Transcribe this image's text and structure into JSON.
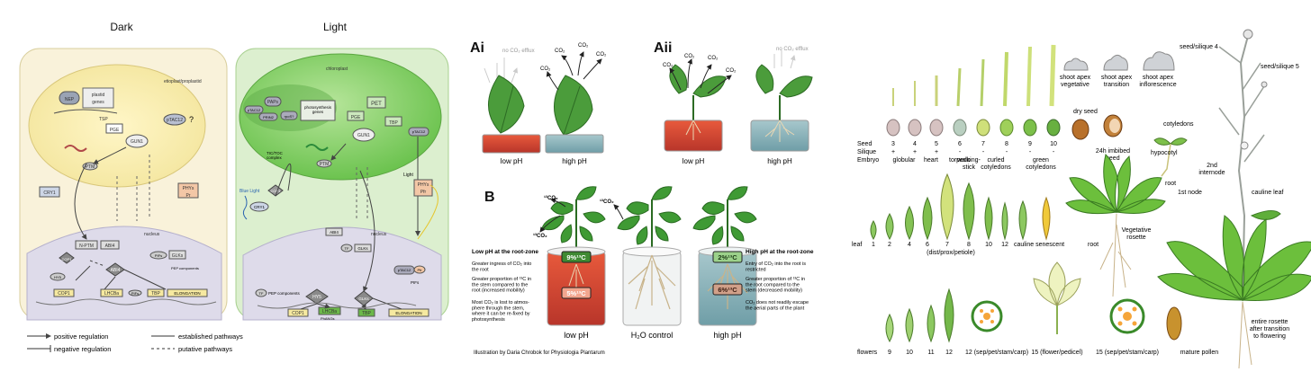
{
  "panel1": {
    "headings": {
      "dark": "Dark",
      "light": "Light"
    },
    "dark": {
      "etioplast": "etioplast/proplastid",
      "nep": "NEP",
      "plastid_genes": "plastid\ngenes",
      "tsp": "TSP",
      "ptac12": "pTAC12",
      "q": "?",
      "pge": "PGE",
      "gun1": "GUN1",
      "ptm": "PTM",
      "cry1": "CRY1",
      "phys_pr": "PHYs\nPr",
      "nucleus": "nucleus",
      "n_ptm": "N-PTM",
      "abi4_top": "ABI4",
      "abi4": "ABI4",
      "cop1_mid": "COP1",
      "hy5": "HY5",
      "pifs1": "PIFs",
      "glks": "GLKs",
      "pep": "PEP components",
      "cop1": "COP1",
      "lhcba": "LHCBa",
      "pifs2": "PIFs",
      "tbp": "TBP",
      "elong": "ELONGATION"
    },
    "light": {
      "chloroplast": "chloroplast",
      "ptac12": "pTAC12",
      "paps": "PAPs",
      "prin2": "PRIN2",
      "rpos": "rpoS?",
      "photo": "photosynthesis\ngenes",
      "pet": "PET",
      "pge": "PGE",
      "tbp": "TBP",
      "gun1": "GUN1",
      "ptac12b": "pTAC12",
      "tictoc": "TIC/TOC\ncomplex",
      "ptm": "PTM",
      "blue": "Blue Light",
      "cop1a": "COP1",
      "cry1": "CRY1",
      "cop1b": "COP1",
      "nucleus": "nucleus",
      "abi4": "ABI4",
      "glks_top": "GLKs",
      "tf": "TF",
      "tf2": "TF",
      "pep": "PEP components",
      "hy5": "HY5",
      "glks": "GLKs",
      "ptac12_n": "pTAC12",
      "pfr": "Pfr",
      "pifs": "PIFs",
      "phys_pr": "PHYs\nPfr",
      "light": "Light",
      "cop1": "COP1",
      "lhcb": "LHCBa",
      "phangs": "PhANGs",
      "tbp_n": "TBP",
      "elong": "ELONGATION"
    },
    "legend": {
      "pos": "positive regulation",
      "neg": "negative regulation",
      "est": "established pathways",
      "put": "putative pathways"
    },
    "colors": {
      "dark_cell": "#f8f1d6",
      "light_cell": "#d6ecc8",
      "nucleus": "#dcd9e9",
      "chloroplast": "#7fcf63"
    }
  },
  "panel2": {
    "ai": "Ai",
    "aii": "Aii",
    "b": "B",
    "no_efflux": "no CO₂ efflux",
    "co2": "CO₂",
    "co2_13": "¹³CO₂",
    "low_ph": "low pH",
    "high_ph": "high pH",
    "h2o": "H₂O control",
    "pct_9": "9%¹³C",
    "pct_5": "5%¹³C",
    "pct_2": "2%¹³C",
    "pct_6": "6%¹³C",
    "low_head": "Low pH at the root-zone",
    "low_1": "Greater ingress of CO₂ into\nthe root",
    "low_2": "Greater proportion of ¹³C in\nthe stem compared to the\nroot (increased mobility)",
    "low_3": "Most CO₂ is lost to atmos-\nphere through the stem,\nwhere it can be re-fixed by\nphotosynthesis",
    "high_head": "High pH at the root-zone",
    "high_1": "Entry of CO₂ into the root is\nrestricted",
    "high_2": "Greater proportion of ¹³C in\nthe root compared to the\nstem (decreased mobility)",
    "high_3": "CO₂ does not readily escape\nthe aerial parts of the plant",
    "credit": "Illustration by Daria Chrobok for Physiologia Plantarum",
    "colors": {
      "low": "#e1533a",
      "high": "#89b6bf",
      "leaf": "#3f9a34"
    }
  },
  "panel3": {
    "apex_veg": "shoot apex\nvegetative",
    "apex_trans": "shoot apex\ntransition",
    "apex_inf": "shoot apex\ninflorescence",
    "silique4": "seed/silique 4",
    "silique5": "seed/silique 5",
    "seed_label": "Seed",
    "silique_label": "Silique",
    "embryo_label": "Embryo",
    "stages": [
      "3",
      "4",
      "5",
      "6",
      "7",
      "8",
      "9",
      "10"
    ],
    "signs": [
      "+",
      "+",
      "+",
      "-",
      "-",
      "-",
      "-",
      "-"
    ],
    "embryo_names": [
      "globular",
      "heart",
      "torpedo",
      "walking-\nstick",
      "curled\ncotyledons",
      "green\ncotyledons"
    ],
    "dry_seed": "dry seed",
    "imbibed": "24h imbibed\nseed",
    "cotyledons": "cotyledons",
    "hypocotyl": "hypocotyl",
    "root_s": "root",
    "internode": "2nd\ninternode",
    "node": "1st node",
    "cauline_leaf": "cauline leaf",
    "leaf": "leaf",
    "leaf_nums": [
      "1",
      "2",
      "4",
      "6",
      "7",
      "8",
      "10",
      "12"
    ],
    "dist": "(dist/prox/petiole)",
    "cauline_sen": "cauline senescent",
    "root": "root",
    "veg_rosette": "Vegetative\nrosette",
    "entire": "entire rosette\nafter transition\nto flowering",
    "flowers": "flowers",
    "flower_nums": [
      "9",
      "10",
      "11",
      "12"
    ],
    "f12": "12 (sep/pet/stam/carp)",
    "f15a": "15 (flower/pedicel)",
    "f15b": "15 (sep/pet/stam/carp)",
    "pollen": "mature pollen"
  }
}
